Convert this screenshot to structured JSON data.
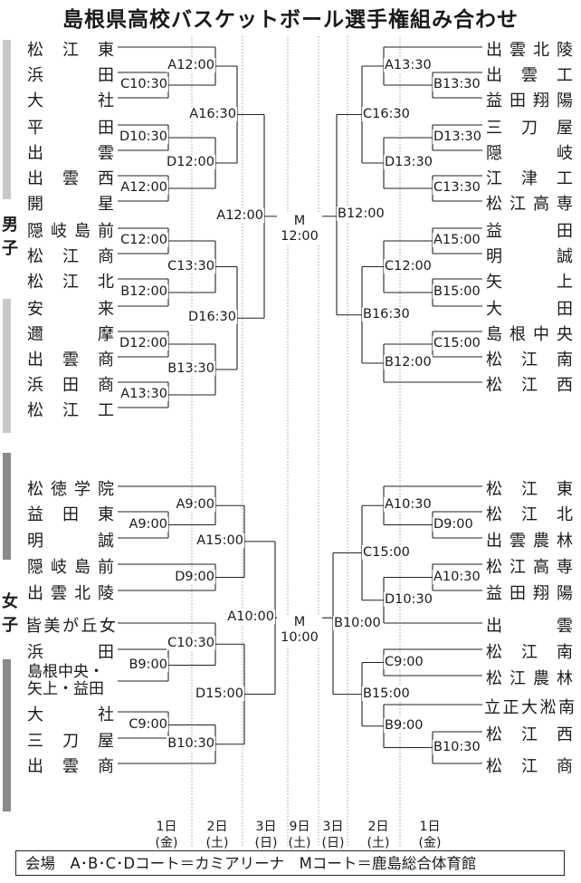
{
  "title": "島根県高校バスケットボール選手権組み合わせ",
  "sections": {
    "boys": "男子",
    "girls": "女子"
  },
  "boys": {
    "left_teams": [
      "松江東",
      "浜田",
      "大社",
      "平田",
      "出雲",
      "出雲西",
      "開星",
      "隠岐島前",
      "松江商",
      "松江北",
      "安来",
      "邇摩",
      "出雲商",
      "浜田商",
      "松江工"
    ],
    "right_teams": [
      "出雲北陵",
      "出雲工",
      "益田翔陽",
      "三刀屋",
      "隠岐",
      "江津工",
      "松江高専",
      "益田",
      "明誠",
      "矢上",
      "大田",
      "島根中央",
      "松江南",
      "松江西"
    ],
    "left_r1": [
      "C10:30",
      "D10:30",
      "A12:00",
      "C12:00",
      "B12:00",
      "D12:00",
      "A13:30"
    ],
    "left_r2": [
      "A12:00",
      "D12:00",
      "C13:30",
      "B13:30"
    ],
    "left_r3": [
      "A16:30",
      "D16:30"
    ],
    "left_semi": "A12:00",
    "right_r1": [
      "B13:30",
      "D13:30",
      "C13:30",
      "A15:00",
      "B15:00",
      "C15:00"
    ],
    "right_r2": [
      "A13:30",
      "D13:30",
      "C12:00",
      "B12:00"
    ],
    "right_r3": [
      "C16:30",
      "B16:30"
    ],
    "right_semi": "B12:00",
    "final_court": "M",
    "final_time": "12:00"
  },
  "girls": {
    "left_teams": [
      "松徳学院",
      "益田東",
      "明誠",
      "隠岐島前",
      "出雲北陵",
      "皆美が丘女",
      "浜田",
      "島根中央・矢上・益田",
      "大社",
      "三刀屋",
      "出雲商"
    ],
    "right_teams": [
      "松江東",
      "松江北",
      "出雲農林",
      "松江高専",
      "益田翔陽",
      "出雲",
      "松江南",
      "松江農林",
      "立正大淞南",
      "松江西",
      "松江商"
    ],
    "left_r1": [
      "A9:00",
      "B9:00",
      "C9:00"
    ],
    "left_r2": [
      "A9:00",
      "D9:00",
      "C10:30",
      "B10:30"
    ],
    "left_r3": [
      "A15:00",
      "D15:00"
    ],
    "left_semi": "A10:00",
    "right_r1": [
      "D9:00",
      "A10:30",
      "B10:30"
    ],
    "right_r2": [
      "A10:30",
      "D10:30",
      "C9:00",
      "B9:00"
    ],
    "right_r3": [
      "C15:00",
      "B15:00"
    ],
    "right_semi": "B10:00",
    "final_court": "M",
    "final_time": "10:00"
  },
  "days": [
    {
      "day": "1日",
      "dow": "(金)"
    },
    {
      "day": "2日",
      "dow": "(土)"
    },
    {
      "day": "3日",
      "dow": "(日)"
    },
    {
      "day": "9日",
      "dow": "(土)"
    },
    {
      "day": "3日",
      "dow": "(日)"
    },
    {
      "day": "2日",
      "dow": "(土)"
    },
    {
      "day": "1日",
      "dow": "(金)"
    }
  ],
  "venue": "会場　A･B･C･Dコート＝カミアリーナ　Mコート＝鹿島総合体育館"
}
